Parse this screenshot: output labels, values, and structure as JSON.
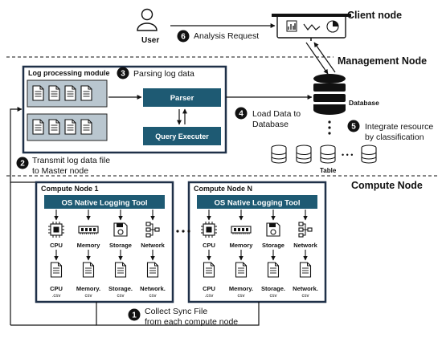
{
  "colors": {
    "navy": "#1d3a52",
    "teal": "#1e5a73",
    "light_teal": "#b9c6cf",
    "frame": "#1f3048",
    "dark": "#111111"
  },
  "sections": {
    "client": "Client node",
    "management": "Management Node",
    "compute": "Compute Node"
  },
  "user_label": "User",
  "steps": [
    {
      "num": "1",
      "text": "Collect Sync File\nfrom each compute node"
    },
    {
      "num": "2",
      "text": "Transmit log data file\nto Master node"
    },
    {
      "num": "3",
      "text": "Parsing log data"
    },
    {
      "num": "4",
      "text": "Load Data to\nDatabase"
    },
    {
      "num": "5",
      "text": "Integrate resource\nby classification"
    },
    {
      "num": "6",
      "text": "Analysis Request"
    }
  ],
  "log_module": {
    "title": "Log processing module",
    "parser": "Parser",
    "query": "Query Executer"
  },
  "database": {
    "label": "Database",
    "table_label": "Table"
  },
  "ellipsis": "• • •",
  "compute_nodes": [
    {
      "title": "Compute Node 1",
      "tool": "OS Native Logging Tool",
      "resources": [
        {
          "name": "CPU",
          "file": "CPU",
          "ext": ".csv",
          "icon": "cpu-icon"
        },
        {
          "name": "Memory",
          "file": "Memory.",
          "ext": "csv",
          "icon": "memory-icon"
        },
        {
          "name": "Storage",
          "file": "Storage.",
          "ext": "csv",
          "icon": "storage-icon"
        },
        {
          "name": "Network",
          "file": "Network.",
          "ext": "csv",
          "icon": "network-icon"
        }
      ]
    },
    {
      "title": "Compute Node N",
      "tool": "OS Native Logging Tool",
      "resources": [
        {
          "name": "CPU",
          "file": "CPU",
          "ext": ".csv",
          "icon": "cpu-icon"
        },
        {
          "name": "Memory",
          "file": "Memory.",
          "ext": "csv",
          "icon": "memory-icon"
        },
        {
          "name": "Storage",
          "file": "Storage.",
          "ext": "csv",
          "icon": "storage-icon"
        },
        {
          "name": "Network",
          "file": "Network.",
          "ext": "csv",
          "icon": "network-icon"
        }
      ]
    }
  ]
}
